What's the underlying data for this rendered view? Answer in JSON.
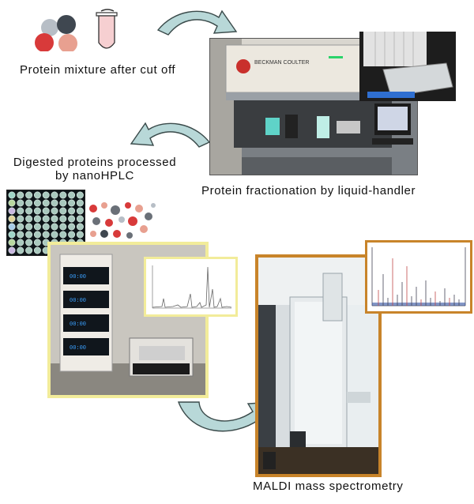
{
  "steps": {
    "protein_mixture": "Protein mixture after cut off",
    "fractionation": "Protein fractionation by liquid-handler",
    "digested_line1": "Digested proteins processed",
    "digested_line2": "by nanoHPLC",
    "maldi": "MALDI mass spectrometry"
  },
  "instrument": {
    "brand": "BECKMAN COULTER",
    "screen_values": [
      "00:00",
      "00:00",
      "00:00",
      "00:00"
    ]
  },
  "colors": {
    "arrow_fill": "#b8d8d8",
    "arrow_stroke": "#3a4a4a",
    "hplc_frame": "#f2ec9a",
    "maldi_frame": "#c8842a",
    "spectrum_frame": "#c8842a",
    "protein_red": "#d83a3a",
    "protein_gray": "#6a7078",
    "protein_pink": "#e8a090"
  }
}
